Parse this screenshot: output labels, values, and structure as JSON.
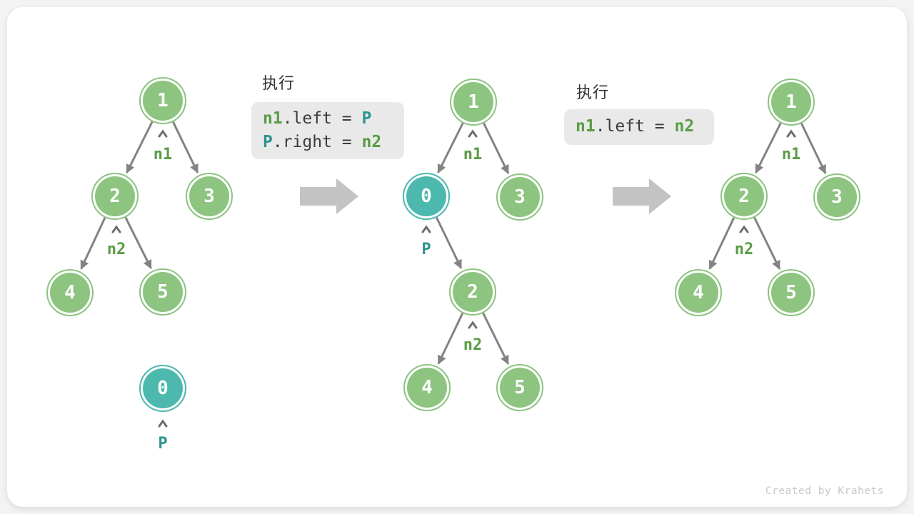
{
  "page": {
    "watermark": "Created by Krahets"
  },
  "icons": {
    "pointer_caret": "caret-up",
    "transition_arrow": "arrow-right-block"
  },
  "colors": {
    "node_green": "#8cc480",
    "node_teal": "#4cb8ae",
    "edge_gray": "#838383",
    "pointer_green": "#5a9c46",
    "pointer_teal": "#2e958e",
    "code_bg": "#e9e9e9",
    "code_text": "#3c3c3c",
    "block_arrow_gray": "#c3c3c3",
    "watermark_gray": "#c9c9c9",
    "caret_gray": "#6e6e6e"
  },
  "trees": [
    {
      "name": "before-insertion",
      "nodes": [
        {
          "value": "1",
          "color": "green"
        },
        {
          "value": "2",
          "color": "green"
        },
        {
          "value": "3",
          "color": "green"
        },
        {
          "value": "4",
          "color": "green"
        },
        {
          "value": "5",
          "color": "green"
        },
        {
          "value": "0",
          "color": "teal"
        }
      ],
      "pointers": [
        {
          "text": "n1",
          "color": "green"
        },
        {
          "text": "n2",
          "color": "green"
        },
        {
          "text": "P",
          "color": "teal"
        }
      ]
    },
    {
      "name": "during-insertion",
      "nodes": [
        {
          "value": "1",
          "color": "green"
        },
        {
          "value": "0",
          "color": "teal"
        },
        {
          "value": "3",
          "color": "green"
        },
        {
          "value": "2",
          "color": "green"
        },
        {
          "value": "4",
          "color": "green"
        },
        {
          "value": "5",
          "color": "green"
        }
      ],
      "pointers": [
        {
          "text": "n1",
          "color": "green"
        },
        {
          "text": "P",
          "color": "teal"
        },
        {
          "text": "n2",
          "color": "green"
        }
      ]
    },
    {
      "name": "after-removal",
      "nodes": [
        {
          "value": "1",
          "color": "green"
        },
        {
          "value": "2",
          "color": "green"
        },
        {
          "value": "3",
          "color": "green"
        },
        {
          "value": "4",
          "color": "green"
        },
        {
          "value": "5",
          "color": "green"
        }
      ],
      "pointers": [
        {
          "text": "n1",
          "color": "green"
        },
        {
          "text": "n2",
          "color": "green"
        }
      ]
    }
  ],
  "code_blocks": [
    {
      "title": "执行",
      "lines": [
        {
          "tokens": [
            {
              "text": "n1",
              "style": "green"
            },
            {
              "text": ".left = ",
              "style": "plain"
            },
            {
              "text": "P",
              "style": "teal"
            }
          ]
        },
        {
          "tokens": [
            {
              "text": "P",
              "style": "teal"
            },
            {
              "text": ".right = ",
              "style": "plain"
            },
            {
              "text": "n2",
              "style": "green"
            }
          ]
        }
      ]
    },
    {
      "title": "执行",
      "lines": [
        {
          "tokens": [
            {
              "text": "n1",
              "style": "green"
            },
            {
              "text": ".left = ",
              "style": "plain"
            },
            {
              "text": "n2",
              "style": "green"
            }
          ]
        }
      ]
    }
  ]
}
